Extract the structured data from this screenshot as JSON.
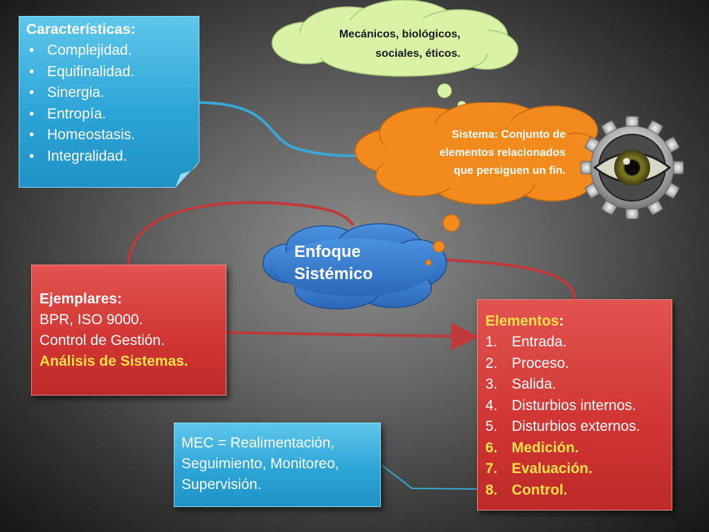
{
  "caracteristicas": {
    "heading": "Características:",
    "items": [
      "Complejidad.",
      "Equifinalidad.",
      "Sinergia.",
      "Entropía.",
      "Homeostasis.",
      "Integralidad."
    ]
  },
  "cloud_tipos": {
    "line1": "Mecánicos, biológicos,",
    "line2": "sociales, éticos."
  },
  "cloud_sistema": {
    "line1": "Sistema: Conjunto de",
    "line2": "elementos relacionados",
    "line3": "que persiguen un fin."
  },
  "central": {
    "line1": "Enfoque",
    "line2": "Sistémico"
  },
  "ejemplares": {
    "heading": "Ejemplares:",
    "line1": "BPR, ISO 9000.",
    "line2": "Control de Gestión.",
    "line3": "Análisis de Sistemas."
  },
  "elementos": {
    "heading": "Elementos",
    "colon": ":",
    "items": [
      {
        "num": "1.",
        "label": "Entrada."
      },
      {
        "num": "2.",
        "label": "Proceso."
      },
      {
        "num": "3.",
        "label": "Salida."
      },
      {
        "num": "4.",
        "label": "Disturbios internos."
      },
      {
        "num": "5.",
        "label": "Disturbios externos."
      },
      {
        "num": "6.",
        "label": "Medición."
      },
      {
        "num": "7.",
        "label": "Evaluación."
      },
      {
        "num": "8.",
        "label": "Control."
      }
    ]
  },
  "mec": {
    "line1": "MEC = Realimentación,",
    "line2": "Seguimiento, Monitoreo,",
    "line3": "Supervisión."
  },
  "colors": {
    "blue_box": "#2da5d6",
    "red_box": "#cf3532",
    "highlight": "#ffe04b",
    "cloud_green": "#d9f2a6",
    "cloud_orange": "#f28a1e",
    "cloud_blue": "#3a7fd0",
    "connector_blue": "#3aa8d6",
    "connector_red": "#c0393a"
  },
  "icons": [
    "eye-gear-icon"
  ]
}
